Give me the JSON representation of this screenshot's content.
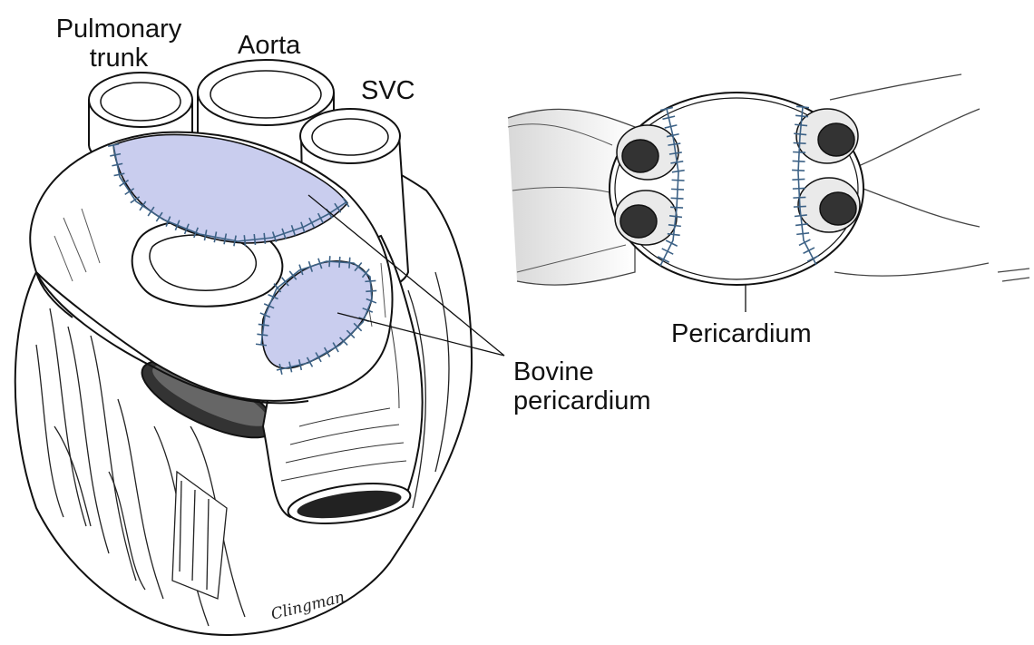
{
  "labels": {
    "pulmonary_trunk_line1": "Pulmonary",
    "pulmonary_trunk_line2": "trunk",
    "aorta": "Aorta",
    "svc": "SVC",
    "bovine_line1": "Bovine",
    "bovine_line2": "pericardium",
    "pericardium": "Pericardium"
  },
  "signature": "Clingman",
  "colors": {
    "patch_fill": "#c9cdee",
    "suture": "#3d6286",
    "line": "#111111",
    "background": "#ffffff"
  }
}
